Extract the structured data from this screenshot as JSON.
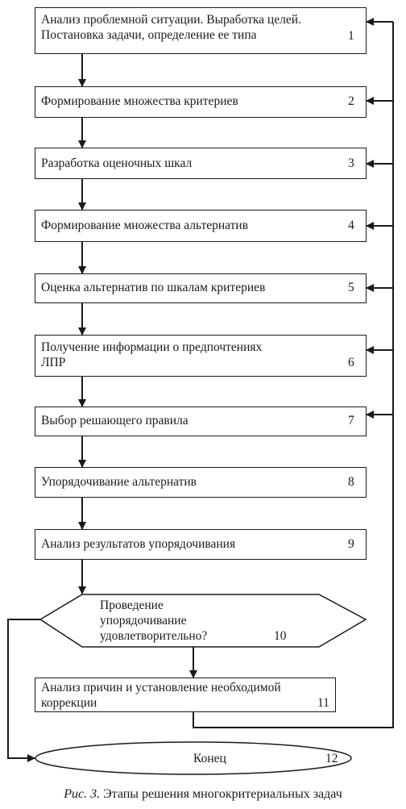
{
  "steps": [
    {
      "text": "Анализ проблемной ситуации. Выработка целей.\nПостановка задачи, определение ее типа",
      "num": "1"
    },
    {
      "text": "Формирование множества критериев",
      "num": "2"
    },
    {
      "text": "Разработка оценочных шкал",
      "num": "3"
    },
    {
      "text": "Формирование множества альтернатив",
      "num": "4"
    },
    {
      "text": "Оценка альтернатив по шкалам критериев",
      "num": "5"
    },
    {
      "text": "Получение информации о предпочтениях\nЛПР",
      "num": "6"
    },
    {
      "text": "Выбор решающего правила",
      "num": "7"
    },
    {
      "text": "Упорядочивание альтернатив",
      "num": "8"
    },
    {
      "text": "Анализ результатов упорядочивания",
      "num": "9"
    }
  ],
  "decision": {
    "text": "Проведение\nупорядочивание\nудовлетворительно?",
    "num": "10"
  },
  "correction": {
    "text": "Анализ причин и установление необходимой\nкоррекции",
    "num": "11"
  },
  "end": {
    "text": "Конец",
    "num": "12"
  },
  "caption": {
    "prefix": "Рис. 3.",
    "text": " Этапы решения многокритериальных задач"
  }
}
